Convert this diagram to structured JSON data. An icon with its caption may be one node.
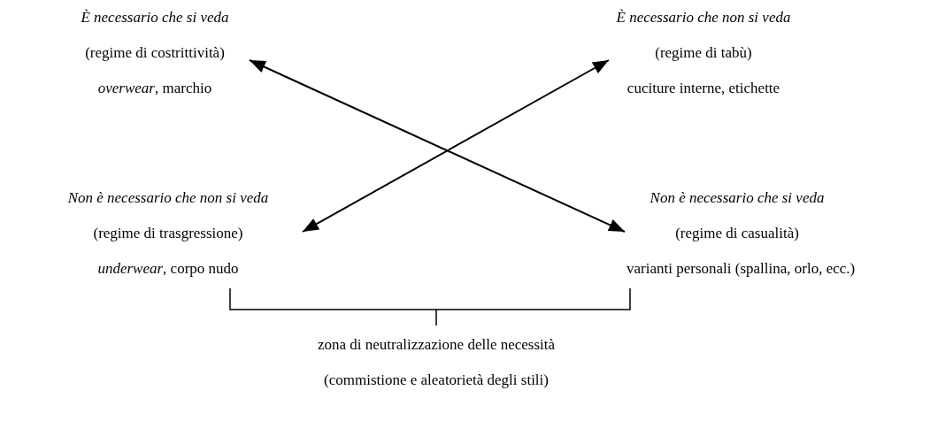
{
  "diagram": {
    "nodes": [
      {
        "text": [
          "È necessario che si veda",
          "(regime di costrittività)",
          "*overwear*, marchio"
        ]
      },
      {
        "text": [
          "È necessario che non si veda",
          "(regime di tabù)",
          "cuciture interne, etichette"
        ]
      },
      {
        "text": [
          "Non è necessario che non  si veda",
          "(regime di trasgressione)",
          "*underwear*, corpo nudo"
        ]
      },
      {
        "text": [
          "Non è necessario che si veda",
          "(regime di casualità)",
          "varianti personali (spallina, orlo, ecc.)"
        ]
      }
    ],
    "edges": [
      {
        "from": 0,
        "to": 3,
        "arrow": "both"
      },
      {
        "from": 1,
        "to": 2,
        "arrow": "both"
      }
    ],
    "labels": [
      "zona di neutralizzazione delle necessità",
      "(commistione e aleatorietà degli stili)"
    ]
  }
}
